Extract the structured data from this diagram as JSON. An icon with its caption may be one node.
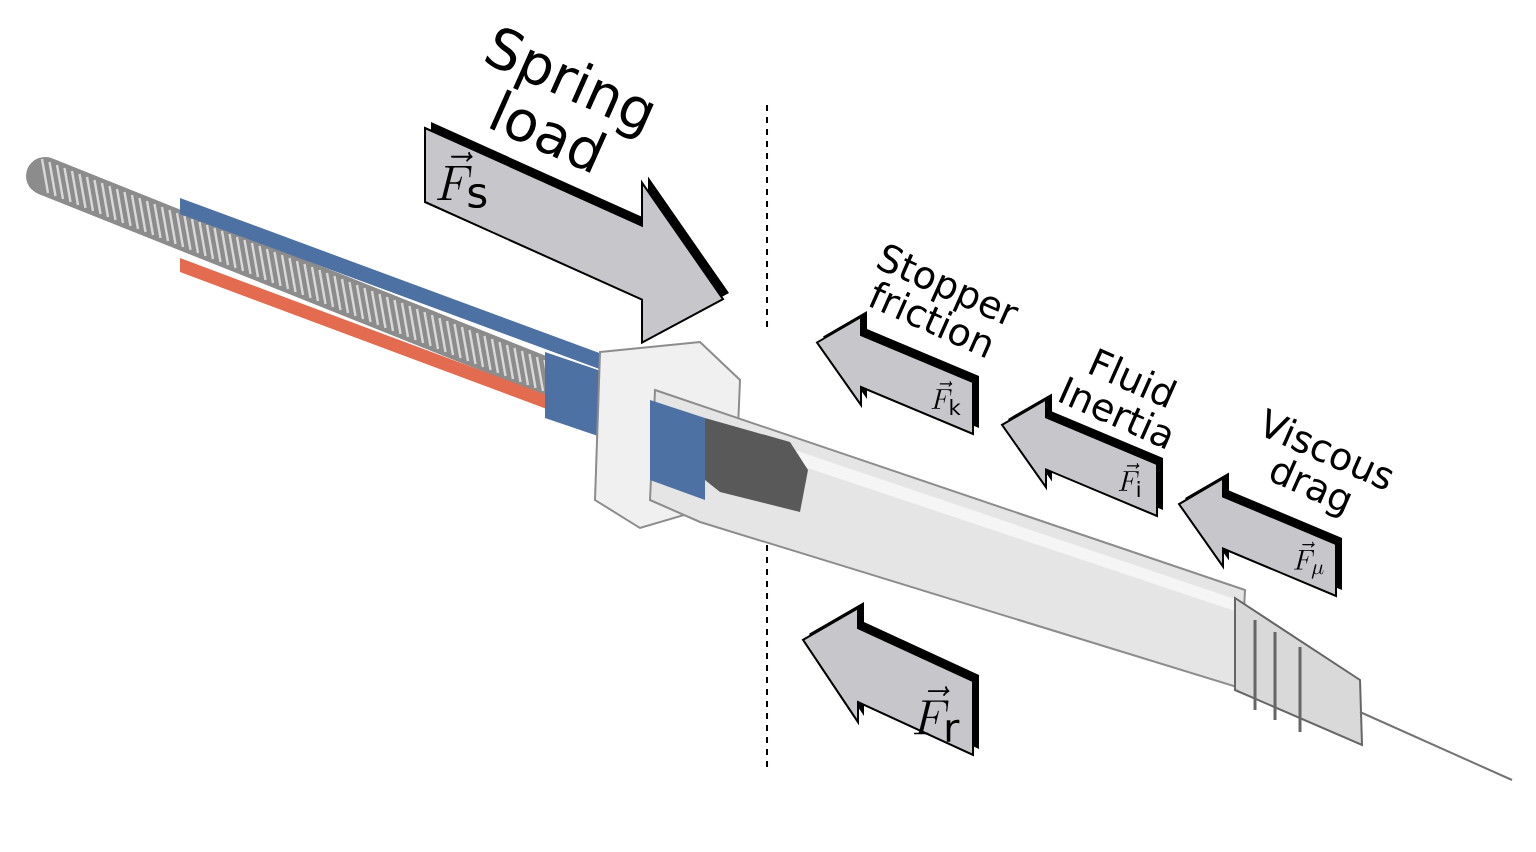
{
  "diagram": {
    "nodes": [
      {
        "text": [
          "\\vec{F}_{\\mathrm{s}}"
        ],
        "beside": [
          "Spring load"
        ]
      },
      {
        "text": [
          "\\vec{F}_{\\mathrm{k}}"
        ],
        "beside": [
          "Stopper friction"
        ]
      },
      {
        "text": [
          "\\vec{F}_{\\mathrm{i}}"
        ],
        "beside": [
          "Fluid Inertia"
        ]
      },
      {
        "text": [
          "\\vec{F}_{\\mu}"
        ],
        "beside": [
          "Viscous drag"
        ]
      },
      {
        "text": [
          "\\vec{F}_{\\mathrm{r}}"
        ]
      }
    ]
  }
}
